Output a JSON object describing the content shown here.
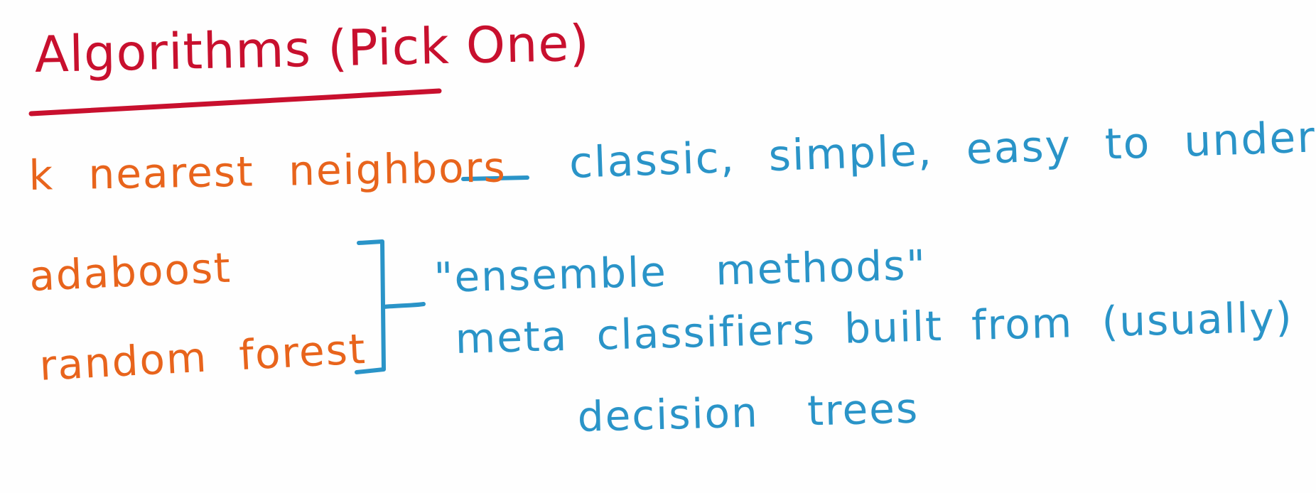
{
  "colors": {
    "title": "#c8102e",
    "orange": "#e8641c",
    "blue": "#2a94c8",
    "background": "#fefefe"
  },
  "title": "Algorithms (Pick One)",
  "algorithms": [
    {
      "name": "k nearest neighbors",
      "description": "classic, simple, easy to understand"
    },
    {
      "name": "adaboost"
    },
    {
      "name": "random forest"
    }
  ],
  "ensemble": {
    "label": "\"ensemble methods\"",
    "line1": "meta classifiers built from (usually)",
    "line2": "decision trees"
  }
}
